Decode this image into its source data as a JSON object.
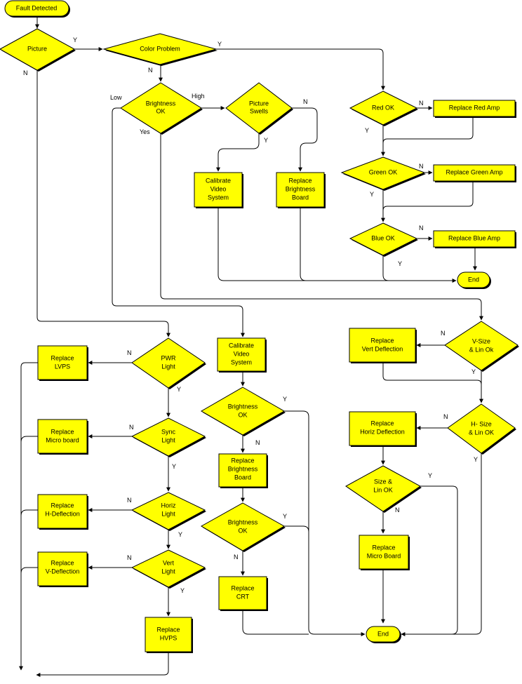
{
  "nodes": {
    "fault_detected": "Fault Detected",
    "picture": "Picture",
    "color_problem": "Color Problem",
    "brightness_ok_top": [
      "Brightness",
      "OK"
    ],
    "picture_swells": [
      "Picture",
      "Swells"
    ],
    "calibrate_video_top": [
      "Calibrate",
      "Video",
      "System"
    ],
    "replace_brightness_top": [
      "Replace",
      "Brightness",
      "Board"
    ],
    "red_ok": "Red OK",
    "green_ok": "Green OK",
    "blue_ok": "Blue OK",
    "replace_red": "Replace Red Amp",
    "replace_green": "Replace Green Amp",
    "replace_blue": "Replace Blue Amp",
    "end_top": "End",
    "pwr_light": [
      "PWR",
      "Light"
    ],
    "sync_light": [
      "Sync",
      "Light"
    ],
    "horiz_light": [
      "Horiz",
      "Light"
    ],
    "vert_light": [
      "Vert",
      "Light"
    ],
    "replace_lvps": [
      "Replace",
      "LVPS"
    ],
    "replace_micro_left": [
      "Replace",
      "Micro board"
    ],
    "replace_hdefl": [
      "Replace",
      "H-Deflection"
    ],
    "replace_vdefl": [
      "Replace",
      "V-Deflection"
    ],
    "replace_hvps": [
      "Replace",
      "HVPS"
    ],
    "calibrate_video_mid": [
      "Calibrate",
      "Video",
      "System"
    ],
    "brightness_ok_mid1": [
      "Brightness",
      "OK"
    ],
    "replace_brightness_mid": [
      "Replace",
      "Brightness",
      "Board"
    ],
    "brightness_ok_mid2": [
      "Brightness",
      "OK"
    ],
    "replace_crt": [
      "Replace",
      "CRT"
    ],
    "vsize": [
      "V-Size",
      "& Lin Ok"
    ],
    "replace_vert": [
      "Replace",
      "Vert Deflection"
    ],
    "hsize": [
      "H- Size",
      "& Lin OK"
    ],
    "replace_horiz": [
      "Replace",
      "Horiz Deflection"
    ],
    "size_lin": [
      "Size &",
      "Lin OK"
    ],
    "replace_micro_right": [
      "Replace",
      "Micro Board"
    ],
    "end_bottom": "End"
  },
  "edge_labels": {
    "y": "Y",
    "n": "N",
    "low": "Low",
    "high": "High",
    "yes": "Yes"
  }
}
